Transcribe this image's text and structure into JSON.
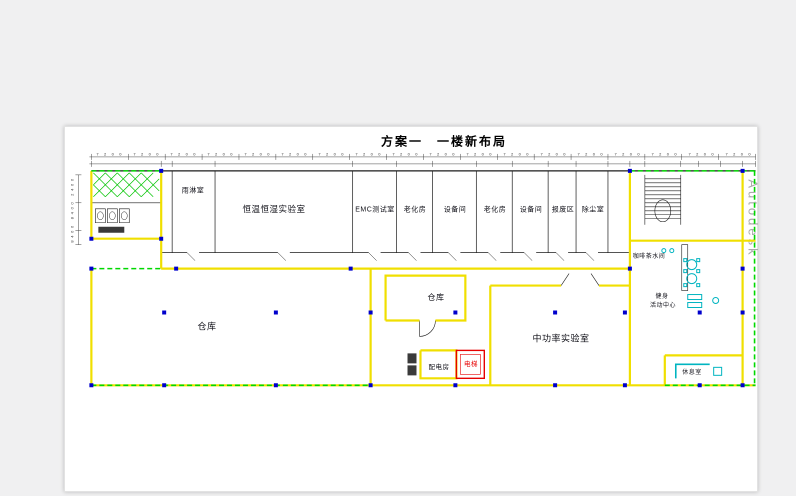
{
  "title": "方案一　一楼新布局",
  "watermark": "Autodesk",
  "rooms": {
    "rain_room": "雨淋室",
    "humidity_lab": "恒温恒湿实验室",
    "emc_room": "EMC测试室",
    "aging_room_1": "老化房",
    "equipment_room_1": "设备间",
    "aging_room_2": "老化房",
    "equipment_room_2": "设备间",
    "scrap_area": "报废区",
    "dust_room": "除尘室",
    "warehouse_main": "仓库",
    "warehouse_small": "仓库",
    "mid_power_lab": "中功率实验室",
    "power_distribution": "配电房",
    "elevator": "电梯",
    "coffee_pantry": "咖啡茶水间",
    "fitness_line1": "健身",
    "fitness_line2": "活动中心",
    "lounge": "休息室"
  },
  "dimensions": {
    "top_row": "7200 7200 7200 7200 7200 7200 7200 7200 7200 7200 7200 7200 7200 7200 7200 7200 7200 7200",
    "left_col": "8400 8400 2400"
  },
  "colors": {
    "wall_yellow": "#f0df00",
    "escape_green": "#00d800",
    "column_blue": "#0000cc",
    "elevator_red": "#e60000",
    "furniture_cyan": "#00b4c0",
    "watermark_gray": "#aaaaaa"
  }
}
